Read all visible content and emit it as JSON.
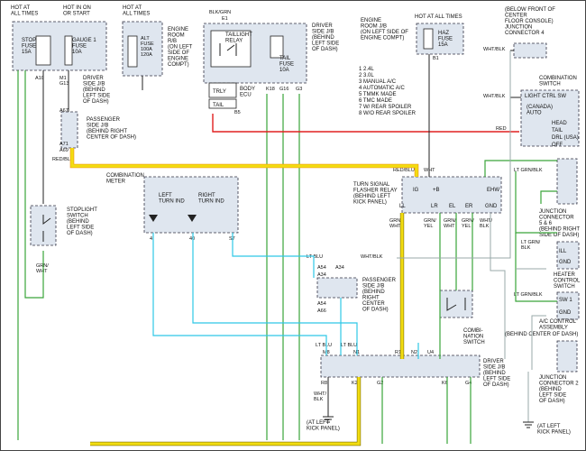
{
  "top_labels": {
    "hot_at_all_times_1": "HOT AT\nALL TIMES",
    "hot_in_on": "HOT IN ON\nOR START",
    "hot_at_all_times_2": "HOT AT\nALL TIMES",
    "engine_room_jb_top": "ENGINE\nROOM\nR/B\n(ON LEFT\nSIDE OF\nENGINE\nCOMPT)",
    "engine_room_jb_2": "ENGINE\nROOM J/B\n(ON LEFT SIDE OF\nENGINE COMPT)",
    "hot_at_all_times_3": "HOT AT ALL TIMES",
    "below_console": "(BELOW FRONT OF\nCENTER\nFLOOR CONSOLE)\nJUNCTION\nCONNECTOR 4"
  },
  "fuses": {
    "stop": "STOP\nFUSE\n15A",
    "gauge": "GAUGE 1\nFUSE\n10A",
    "alt": "ALT\nFUSE\n100A\n120A",
    "tail": "TAIL\nFUSE\n10A",
    "haz": "HAZ\nFUSE\n15A"
  },
  "boxes": {
    "driver_jb_top": "DRIVER\nSIDE J/B\n(BEHIND\nLEFT SIDE\nOF DASH)",
    "driver_jb_left": "DRIVER\nSIDE J/B\n(BEHIND\nLEFT SIDE OF\nDASH)",
    "taillight_relay": "TAILLIGHT\nRELAY",
    "trly": "TRLY",
    "body_ecu": "BODY\nECU",
    "tail": "TAIL",
    "passenger_jb": "PASSENGER\nSIDE J/B\n(BEHIND RIGHT\nCENTER OF DASH)",
    "stoplight_switch": "STOPLIGHT\nSWITCH\n(BEHIND\nLEFT SIDE\nOF DASH)",
    "comb_meter": "COMBINATION\nMETER",
    "left_turn": "LEFT\nTURN IND",
    "right_turn": "RIGHT\nTURN IND",
    "flasher": "TURN SIGNAL\nFLASHER RELAY\n(BEHIND LEFT\nKICK PANEL)",
    "passenger_jb2": "PASSENGER\nSIDE J/B\n(BEHIND\nRIGHT\nCENTER\nOF DASH)",
    "comb_switch": "COMBI-\nNATION\nSWITCH",
    "driver_jb_bottom": "DRIVER\nSIDE J/B\n(BEHIND\nLEFT SIDE\nOF DASH)",
    "combination_switch_r": "COMBINATION\nSWITCH",
    "light_ctrl": "LIGHT CTRL SW",
    "canada_auto": "(CANADA)\nAUTO",
    "head": "HEAD",
    "tail_sw": "TAIL",
    "drl": "DRL (USA)",
    "off": "OFF",
    "junction_568": "JUNCTION\nCONNECTOR\n5 & 6\n(BEHIND RIGHT\nSIDE OF DASH)",
    "heater_ctrl": "HEATER\nCONTROL\nSWITCH",
    "ac_ctrl": "A/C CONTROL\nASSEMBLY\n(BEHIND CENTER OF DASH)",
    "junction_2": "JUNCTION\nCONNECTOR 2\n(BEHIND\nLEFT SIDE\nOF DASH)",
    "at_left_kick": "(AT LEFT\nKICK PANEL)",
    "at_left_kick2": "(AT LEFT\nKICK PANEL)"
  },
  "legend": {
    "item1": "1  2.4L",
    "item2": "2  3.0L",
    "item3": "3  MANUAL A/C",
    "item4": "4  AUTOMATIC A/C",
    "item5": "5  TMMK MADE",
    "item6": "6  TMC MADE",
    "item7": "7  W/ REAR SPOILER",
    "item8": "8  W/O REAR SPOILER"
  },
  "wire_labels": {
    "grn_wht_1": "GRN/WHT",
    "lt_grn": "LT GRN",
    "wht": "WHT",
    "blk_wht": "BLK/WHT",
    "blk_grn": "BLK/GRN",
    "red_blu": "RED/BLU",
    "grn": "GRN",
    "red_blk": "RED/BLK",
    "wht_blk": "WHT/BLK",
    "lt_blu": "LT BLU",
    "red": "RED",
    "lt_grn_blk": "LT GRN/BLK",
    "grn_wht": "GRN/\nWHT",
    "grn_yel": "GRN/\nYEL",
    "wht_blk_v": "WHT/\nBLK",
    "gnd": "GND",
    "ill": "ILL",
    "sw1": "SW 1",
    "blk": "BLK"
  },
  "pins": {
    "ig": "IG",
    "b": "+B",
    "ehw": "EHW",
    "ll": "LL",
    "lr": "LR",
    "el": "EL",
    "er": "ER",
    "gnd": "GND",
    "m1": "M1",
    "g13": "G13",
    "e1": "E1",
    "k18": "K18",
    "g16": "G16",
    "g3": "G3",
    "b5": "B5",
    "b1": "B1",
    "a67": "A67",
    "a71": "A71",
    "a69": "A69",
    "a54": "A54",
    "a34": "A34",
    "a66": "A66",
    "m8": "M8",
    "n1": "N1",
    "r1": "R1",
    "n2": "N2",
    "u4": "U4",
    "k8": "K8",
    "k20": "K20",
    "g2": "G2",
    "k6": "K6",
    "g4": "G4",
    "r8": "R8",
    "n40": "40",
    "s7": "S7"
  }
}
